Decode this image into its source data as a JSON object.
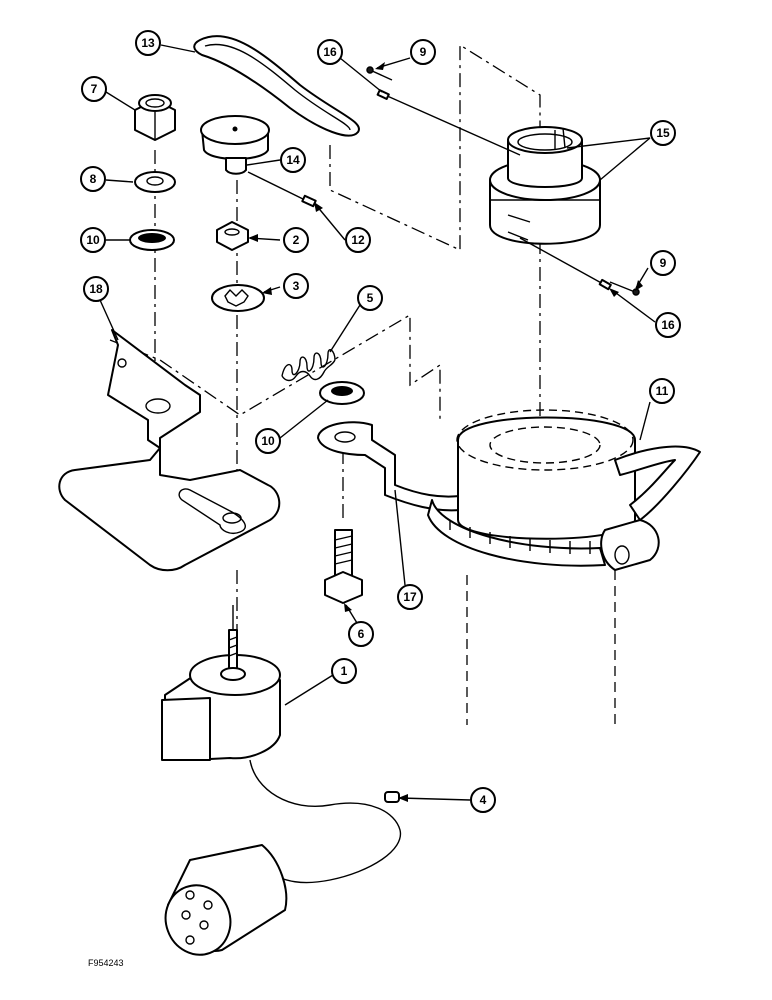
{
  "figure_code": "F954243",
  "callouts": {
    "c1": "1",
    "c2": "2",
    "c3": "3",
    "c4": "4",
    "c5": "5",
    "c6": "6",
    "c7": "7",
    "c8": "8",
    "c9a": "9",
    "c9b": "9",
    "c10a": "10",
    "c10b": "10",
    "c11": "11",
    "c12": "12",
    "c13": "13",
    "c14": "14",
    "c15": "15",
    "c16a": "16",
    "c16b": "16",
    "c17": "17",
    "c18": "18"
  }
}
